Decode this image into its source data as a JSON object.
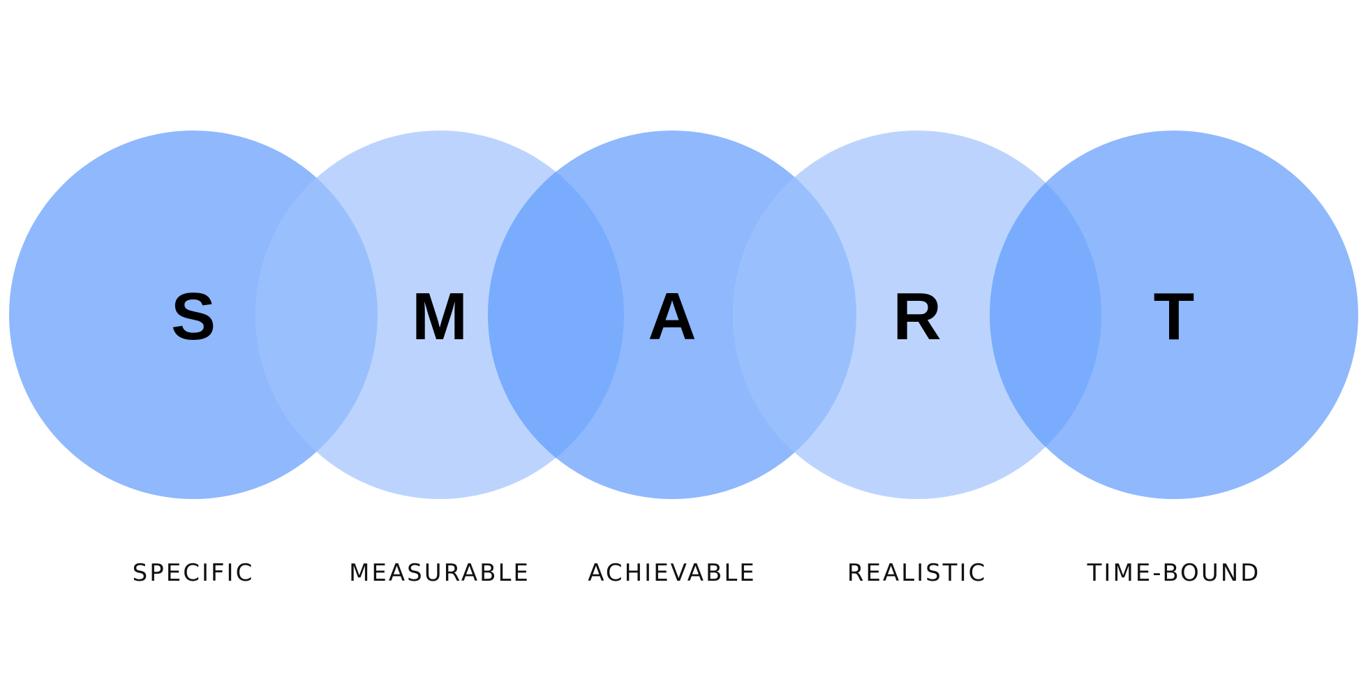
{
  "diagram": {
    "colors": {
      "dark": "#8fb8fd",
      "light": "#bcd4fd",
      "overlap": "#7aacfd",
      "text": "#000000"
    },
    "items": [
      {
        "letter": "S",
        "label": "SPECIFIC",
        "shade": "dark",
        "icon": "circle-icon"
      },
      {
        "letter": "M",
        "label": "MEASURABLE",
        "shade": "light",
        "icon": "circle-icon"
      },
      {
        "letter": "A",
        "label": "ACHIEVABLE",
        "shade": "dark",
        "icon": "circle-icon"
      },
      {
        "letter": "R",
        "label": "REALISTIC",
        "shade": "light",
        "icon": "circle-icon"
      },
      {
        "letter": "T",
        "label": "TIME-BOUND",
        "shade": "dark",
        "icon": "circle-icon"
      }
    ]
  }
}
